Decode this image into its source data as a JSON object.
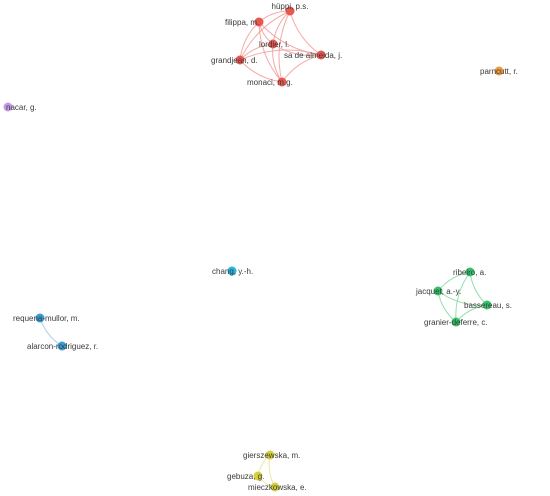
{
  "clusters": [
    {
      "id": "red",
      "color": "#e8564f",
      "edge_color": "#f19b97"
    },
    {
      "id": "orange",
      "color": "#ef9a3e",
      "edge_color": "#f5c79a"
    },
    {
      "id": "purple",
      "color": "#c79ae4",
      "edge_color": "#dcc1ef"
    },
    {
      "id": "cyan",
      "color": "#22b8dc",
      "edge_color": "#8ad8ec"
    },
    {
      "id": "green",
      "color": "#35c168",
      "edge_color": "#7fdc9f"
    },
    {
      "id": "blue",
      "color": "#3a9ed4",
      "edge_color": "#8fc8e8"
    },
    {
      "id": "yellow",
      "color": "#d4cf3a",
      "edge_color": "#e8e58d"
    }
  ],
  "nodes": [
    {
      "id": "huppi",
      "label": "hüppi, p.s.",
      "cluster": "red"
    },
    {
      "id": "filippa",
      "label": "filippa, m.",
      "cluster": "red"
    },
    {
      "id": "lordier",
      "label": "lordier, l.",
      "cluster": "red"
    },
    {
      "id": "sa_de_almeida",
      "label": "sa de almeida, j.",
      "cluster": "red"
    },
    {
      "id": "grandjean",
      "label": "grandjean, d.",
      "cluster": "red"
    },
    {
      "id": "monaci",
      "label": "monaci, m.g.",
      "cluster": "red"
    },
    {
      "id": "parncutt",
      "label": "parncutt, r.",
      "cluster": "orange"
    },
    {
      "id": "nacar",
      "label": "nacar, g.",
      "cluster": "purple"
    },
    {
      "id": "chang",
      "label": "chang, y.-h.",
      "cluster": "cyan"
    },
    {
      "id": "ribeiro",
      "label": "ribeiro, a.",
      "cluster": "green"
    },
    {
      "id": "jacquet",
      "label": "jacquet, a.-y.",
      "cluster": "green"
    },
    {
      "id": "bassereau",
      "label": "bassereau, s.",
      "cluster": "green"
    },
    {
      "id": "granier",
      "label": "granier-deferre, c.",
      "cluster": "green"
    },
    {
      "id": "requena",
      "label": "requena-mullor, m.",
      "cluster": "blue"
    },
    {
      "id": "alarcon",
      "label": "alarcon-rodriguez, r.",
      "cluster": "blue"
    },
    {
      "id": "gierszewska",
      "label": "gierszewska, m.",
      "cluster": "yellow"
    },
    {
      "id": "gebuza",
      "label": "gebuza, g.",
      "cluster": "yellow"
    },
    {
      "id": "mieczkowska",
      "label": "mieczkowska, e.",
      "cluster": "yellow"
    }
  ],
  "links": [
    {
      "source": "huppi",
      "target": "filippa"
    },
    {
      "source": "huppi",
      "target": "lordier"
    },
    {
      "source": "huppi",
      "target": "sa_de_almeida"
    },
    {
      "source": "huppi",
      "target": "grandjean"
    },
    {
      "source": "huppi",
      "target": "monaci"
    },
    {
      "source": "filippa",
      "target": "lordier"
    },
    {
      "source": "filippa",
      "target": "sa_de_almeida"
    },
    {
      "source": "filippa",
      "target": "grandjean"
    },
    {
      "source": "filippa",
      "target": "monaci"
    },
    {
      "source": "lordier",
      "target": "sa_de_almeida"
    },
    {
      "source": "lordier",
      "target": "grandjean"
    },
    {
      "source": "lordier",
      "target": "monaci"
    },
    {
      "source": "sa_de_almeida",
      "target": "grandjean"
    },
    {
      "source": "sa_de_almeida",
      "target": "monaci"
    },
    {
      "source": "grandjean",
      "target": "monaci"
    },
    {
      "source": "ribeiro",
      "target": "jacquet"
    },
    {
      "source": "ribeiro",
      "target": "bassereau"
    },
    {
      "source": "ribeiro",
      "target": "granier"
    },
    {
      "source": "jacquet",
      "target": "bassereau"
    },
    {
      "source": "jacquet",
      "target": "granier"
    },
    {
      "source": "bassereau",
      "target": "granier"
    },
    {
      "source": "requena",
      "target": "alarcon"
    },
    {
      "source": "gierszewska",
      "target": "gebuza"
    },
    {
      "source": "gierszewska",
      "target": "mieczkowska"
    },
    {
      "source": "gebuza",
      "target": "mieczkowska"
    }
  ]
}
